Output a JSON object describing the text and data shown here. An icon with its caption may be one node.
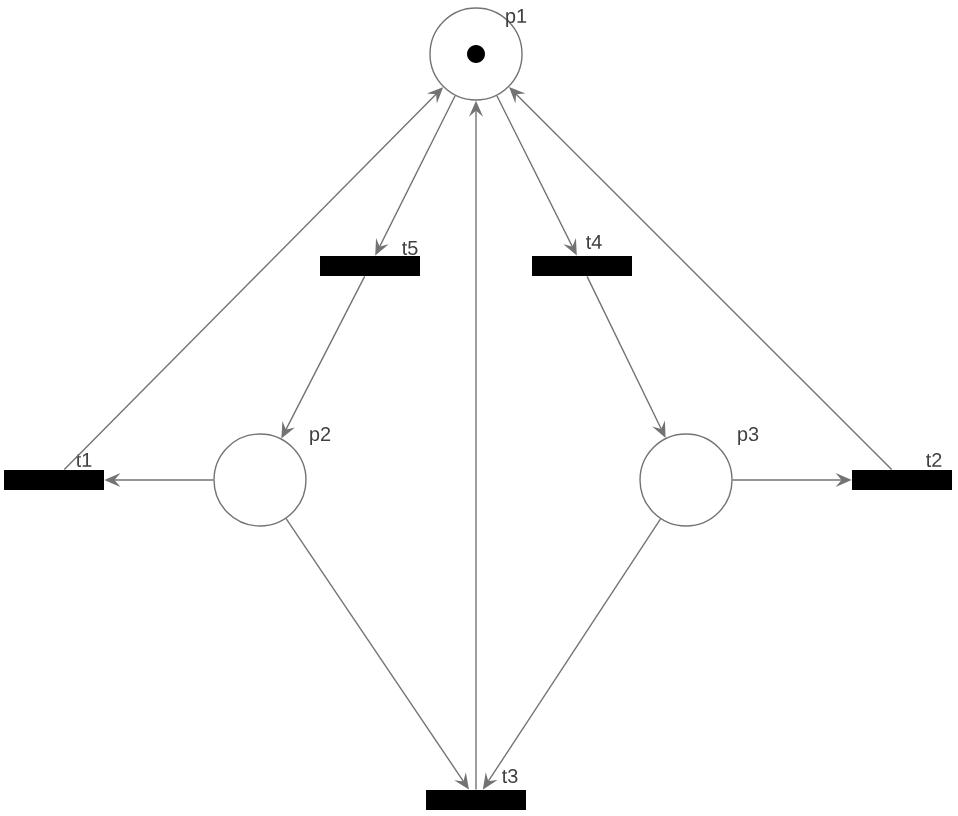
{
  "diagram": {
    "nodes": [
      {
        "text": [],
        "shape": "circle",
        "beside": [
          "p1"
        ]
      },
      {
        "text": [],
        "shape": "bar",
        "beside": [
          "t5"
        ]
      },
      {
        "text": [],
        "shape": "bar",
        "beside": [
          "t4"
        ]
      },
      {
        "text": [],
        "shape": "bar",
        "beside": [
          "t1"
        ]
      },
      {
        "text": [],
        "shape": "circle",
        "beside": [
          "p2"
        ]
      },
      {
        "text": [],
        "shape": "circle",
        "beside": [
          "p3"
        ]
      },
      {
        "text": [],
        "shape": "bar",
        "beside": [
          "t2"
        ]
      },
      {
        "text": [],
        "shape": "bar",
        "beside": [
          "t3"
        ]
      }
    ],
    "edges": [
      {
        "from": 3,
        "to": 0,
        "arrow": "to"
      },
      {
        "from": 0,
        "to": 1,
        "arrow": "to"
      },
      {
        "from": 7,
        "to": 0,
        "arrow": "to"
      },
      {
        "from": 0,
        "to": 2,
        "arrow": "to"
      },
      {
        "from": 6,
        "to": 0,
        "arrow": "to"
      },
      {
        "from": 1,
        "to": 4,
        "arrow": "to"
      },
      {
        "from": 2,
        "to": 5,
        "arrow": "to"
      },
      {
        "from": 4,
        "to": 3,
        "arrow": "to"
      },
      {
        "from": 5,
        "to": 6,
        "arrow": "to"
      },
      {
        "from": 4,
        "to": 7,
        "arrow": "to"
      },
      {
        "from": 5,
        "to": 7,
        "arrow": "to"
      }
    ]
  }
}
